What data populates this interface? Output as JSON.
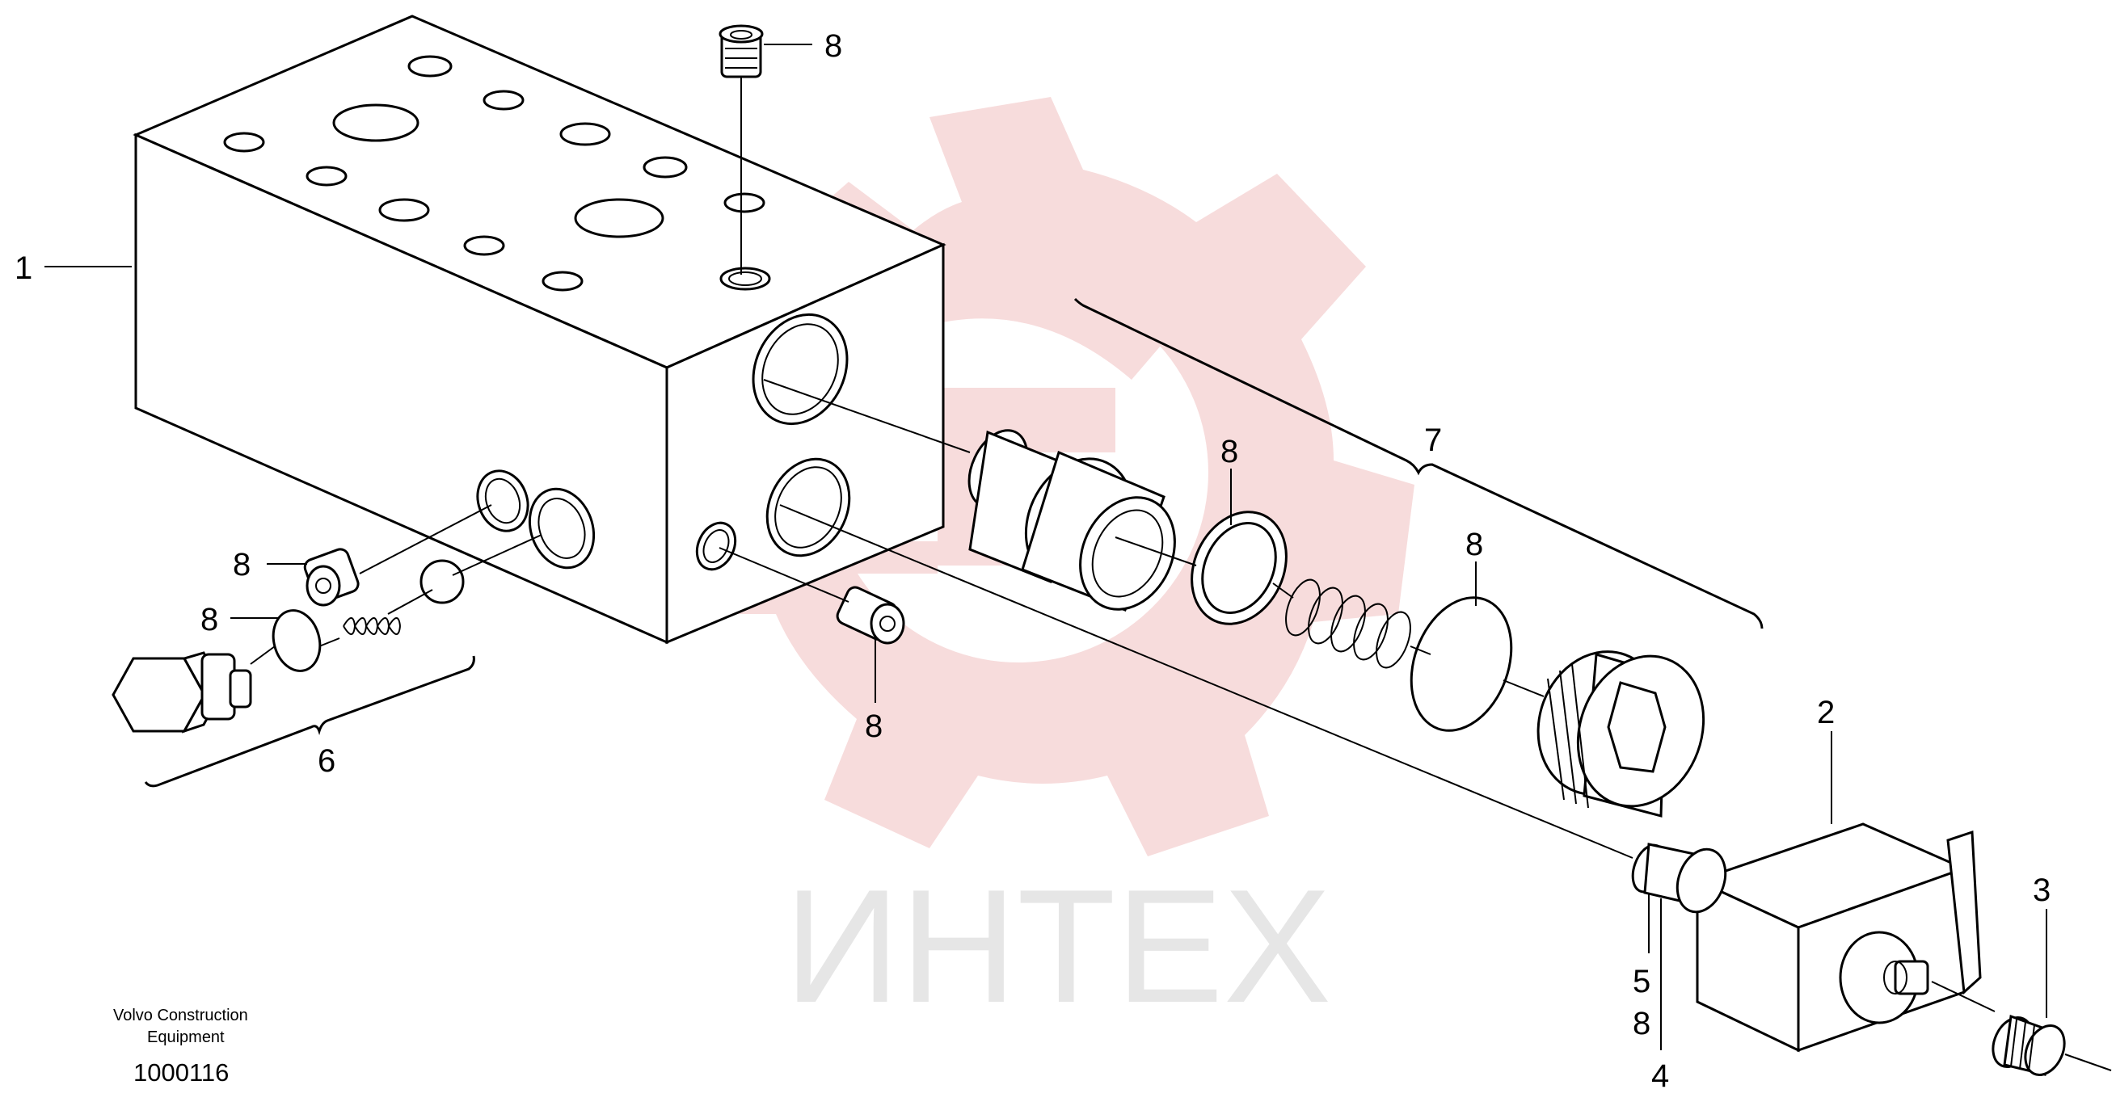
{
  "watermark": {
    "text": "ИНТЕХ",
    "gear_color": "#f7dcdc",
    "text_color": "#e6e6e6"
  },
  "callouts": [
    {
      "id": "c1",
      "label": "1"
    },
    {
      "id": "c2",
      "label": "2"
    },
    {
      "id": "c3",
      "label": "3"
    },
    {
      "id": "c4",
      "label": "4"
    },
    {
      "id": "c5",
      "label": "5"
    },
    {
      "id": "c6",
      "label": "6"
    },
    {
      "id": "c7",
      "label": "7"
    },
    {
      "id": "c8a",
      "label": "8"
    },
    {
      "id": "c8b",
      "label": "8"
    },
    {
      "id": "c8c",
      "label": "8"
    },
    {
      "id": "c8d",
      "label": "8"
    },
    {
      "id": "c8e",
      "label": "8"
    },
    {
      "id": "c8f",
      "label": "8"
    },
    {
      "id": "c8g",
      "label": "8"
    }
  ],
  "caption": {
    "line1": "Volvo Construction",
    "line2": "Equipment",
    "part_number": "1000116"
  },
  "colors": {
    "line": "#000000",
    "background": "#ffffff"
  }
}
